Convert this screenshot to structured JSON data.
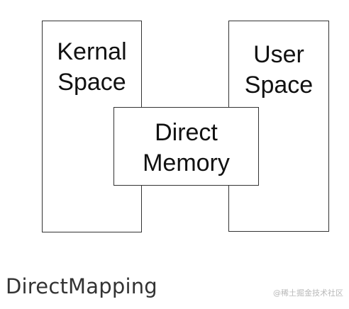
{
  "diagram": {
    "boxes": {
      "kernel": {
        "line1": "Kernal",
        "line2": "Space"
      },
      "user": {
        "line1": "User",
        "line2": "Space"
      },
      "direct": {
        "line1": "Direct",
        "line2": "Memory"
      }
    },
    "caption": "DirectMapping",
    "watermark": "@稀土掘金技术社区"
  }
}
